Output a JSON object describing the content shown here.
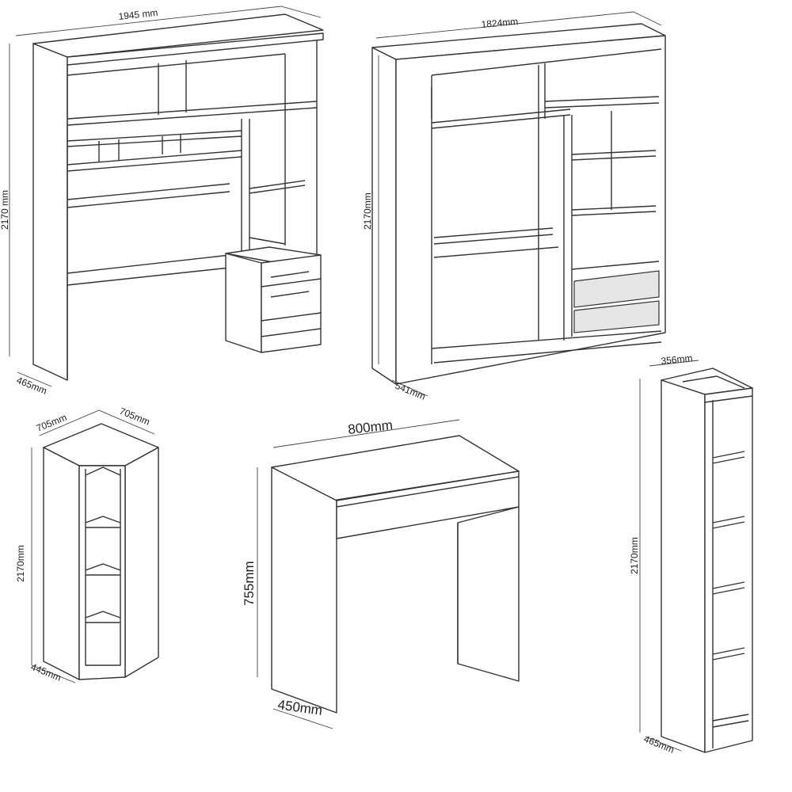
{
  "units": [
    {
      "name": "desk-hutch",
      "width": "1945 mm",
      "height": "2170 mm",
      "depth": "465mm"
    },
    {
      "name": "wardrobe",
      "width": "1824mm",
      "height": "2170mm",
      "depth": "541mm"
    },
    {
      "name": "corner-cabinet",
      "width_left": "705mm",
      "width_right": "705mm",
      "height": "2170mm",
      "depth": "445mm"
    },
    {
      "name": "dressing-table",
      "width": "800mm",
      "height": "755mm",
      "depth": "450mm"
    },
    {
      "name": "bookcase",
      "width": "356mm",
      "height": "2170mm",
      "depth": "465mm"
    }
  ],
  "colors": {
    "line": "#333333",
    "background": "#ffffff"
  }
}
